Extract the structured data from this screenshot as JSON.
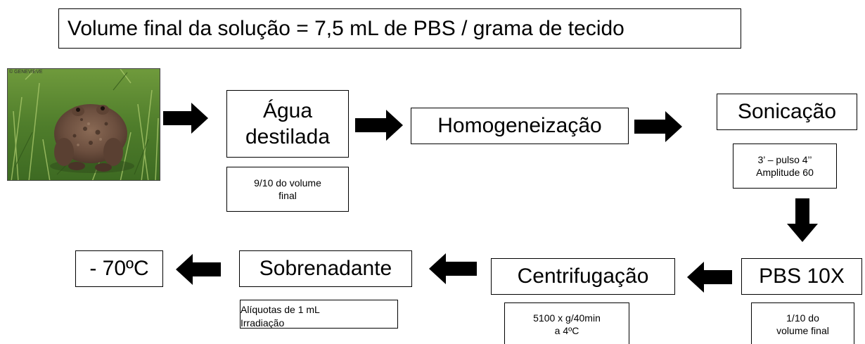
{
  "header": {
    "formula": "Volume final da solução = 7,5 mL de PBS / grama de tecido"
  },
  "photo": {
    "credit": "© GENEVIEVE"
  },
  "steps": {
    "agua": {
      "line1": "Água",
      "line2": "destilada",
      "note_line1": "9/10 do volume",
      "note_line2": "final"
    },
    "homogeneizacao": {
      "label": "Homogeneização"
    },
    "sonicacao": {
      "label": "Sonicação",
      "note_line1": "3’ – pulso 4’’",
      "note_line2": "Amplitude 60"
    },
    "pbs": {
      "label": "PBS 10X",
      "note_line1": "1/10 do",
      "note_line2": "volume final"
    },
    "centrifugacao": {
      "label": "Centrifugação",
      "note_line1": "5100 x g/40min",
      "note_line2": "a 4ºC"
    },
    "sobrenadante": {
      "label": "Sobrenadante",
      "note_line1": "Alíquotas de  1 mL",
      "note_line2": "Irradiação"
    },
    "storage": {
      "label": "- 70ºC"
    }
  },
  "icons": {
    "arrow": "block-arrow-icon",
    "photo": "toad-photo"
  }
}
